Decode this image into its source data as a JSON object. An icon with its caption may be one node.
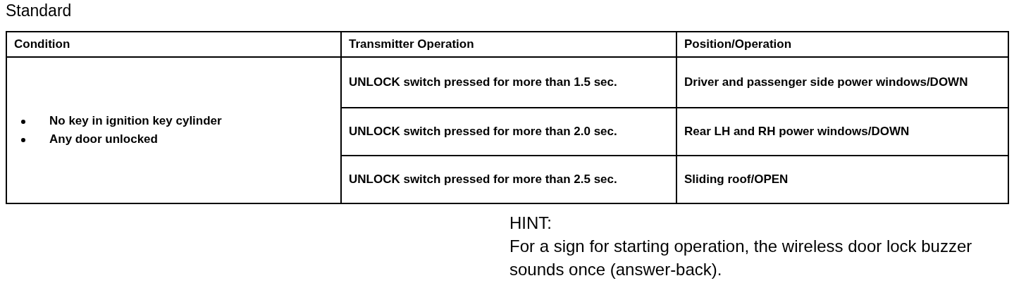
{
  "diagram": {
    "title": "Standard",
    "labels": [
      "Condition",
      "Transmitter Operation",
      "Position/Operation",
      "No key in ignition key cylinder",
      "Any door unlocked",
      "UNLOCK switch pressed for more than 1.5 sec.",
      "Driver and passenger side power windows/DOWN",
      "UNLOCK switch pressed for more than 2.0 sec.",
      "Rear LH and RH power windows/DOWN",
      "UNLOCK switch pressed for more than 2.5 sec.",
      "Sliding roof/OPEN",
      "HINT:",
      "For a sign for starting operation, the wireless door lock buzzer sounds once (answer-back)."
    ]
  }
}
